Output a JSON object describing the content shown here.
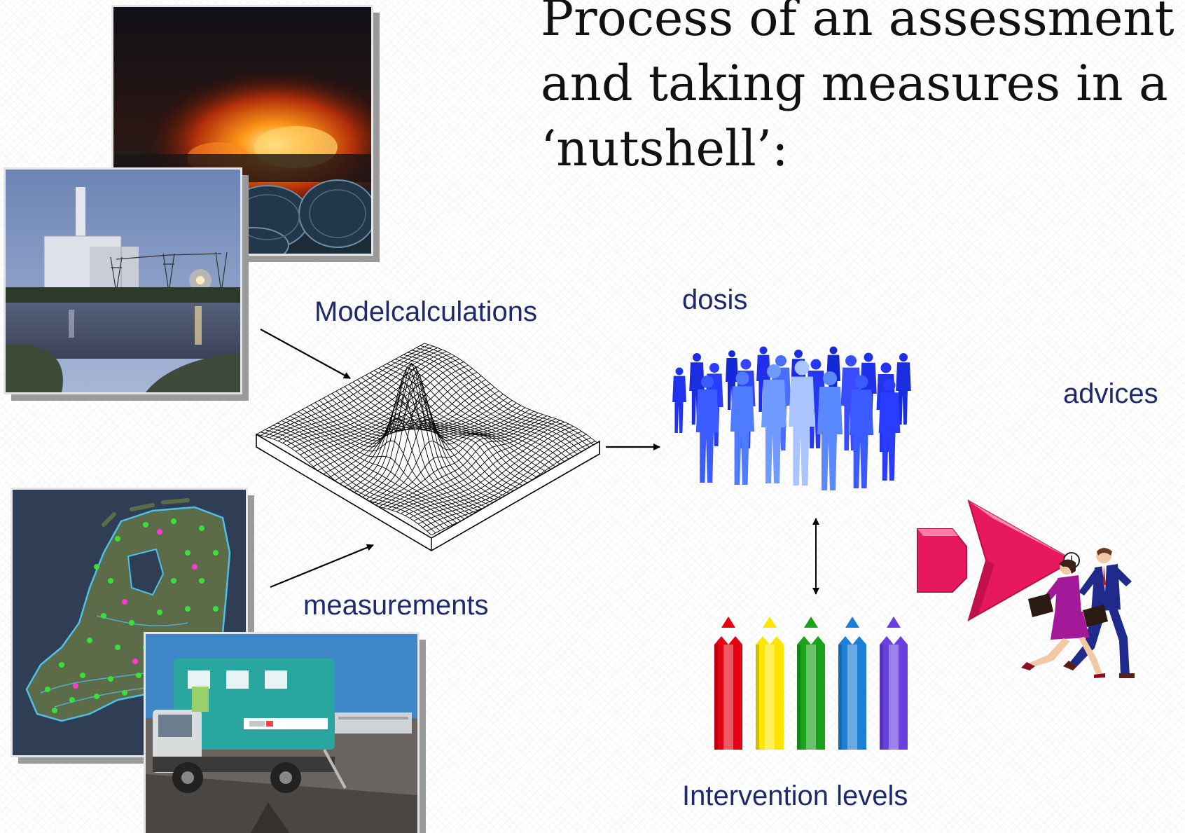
{
  "slide": {
    "title": "Process of an assessment\nand taking measures in a\n‘nutshell’:"
  },
  "labels": {
    "modelcalculations": "Modelcalculations",
    "measurements": "measurements",
    "dosis": "dosis",
    "advices": "advices",
    "intervention_levels": "Intervention levels"
  },
  "colors": {
    "label_text": "#1f2a6b",
    "arrow_pink": "#e8185d",
    "pencils": [
      "#e60012",
      "#ffe600",
      "#1aa31a",
      "#1b7fd6",
      "#6a3fe0"
    ]
  },
  "icons": {
    "fire_photo": "fire-photo",
    "power_plant_photo": "power-plant-photo",
    "netherlands_map": "netherlands-map",
    "measurement_van_photo": "measurement-van-photo",
    "surface_plot": "surface-plot",
    "people_crowd": "people-crowd",
    "pencils": "pencils",
    "advice_arrow": "pink-arrow",
    "running_people": "running-business-people"
  }
}
